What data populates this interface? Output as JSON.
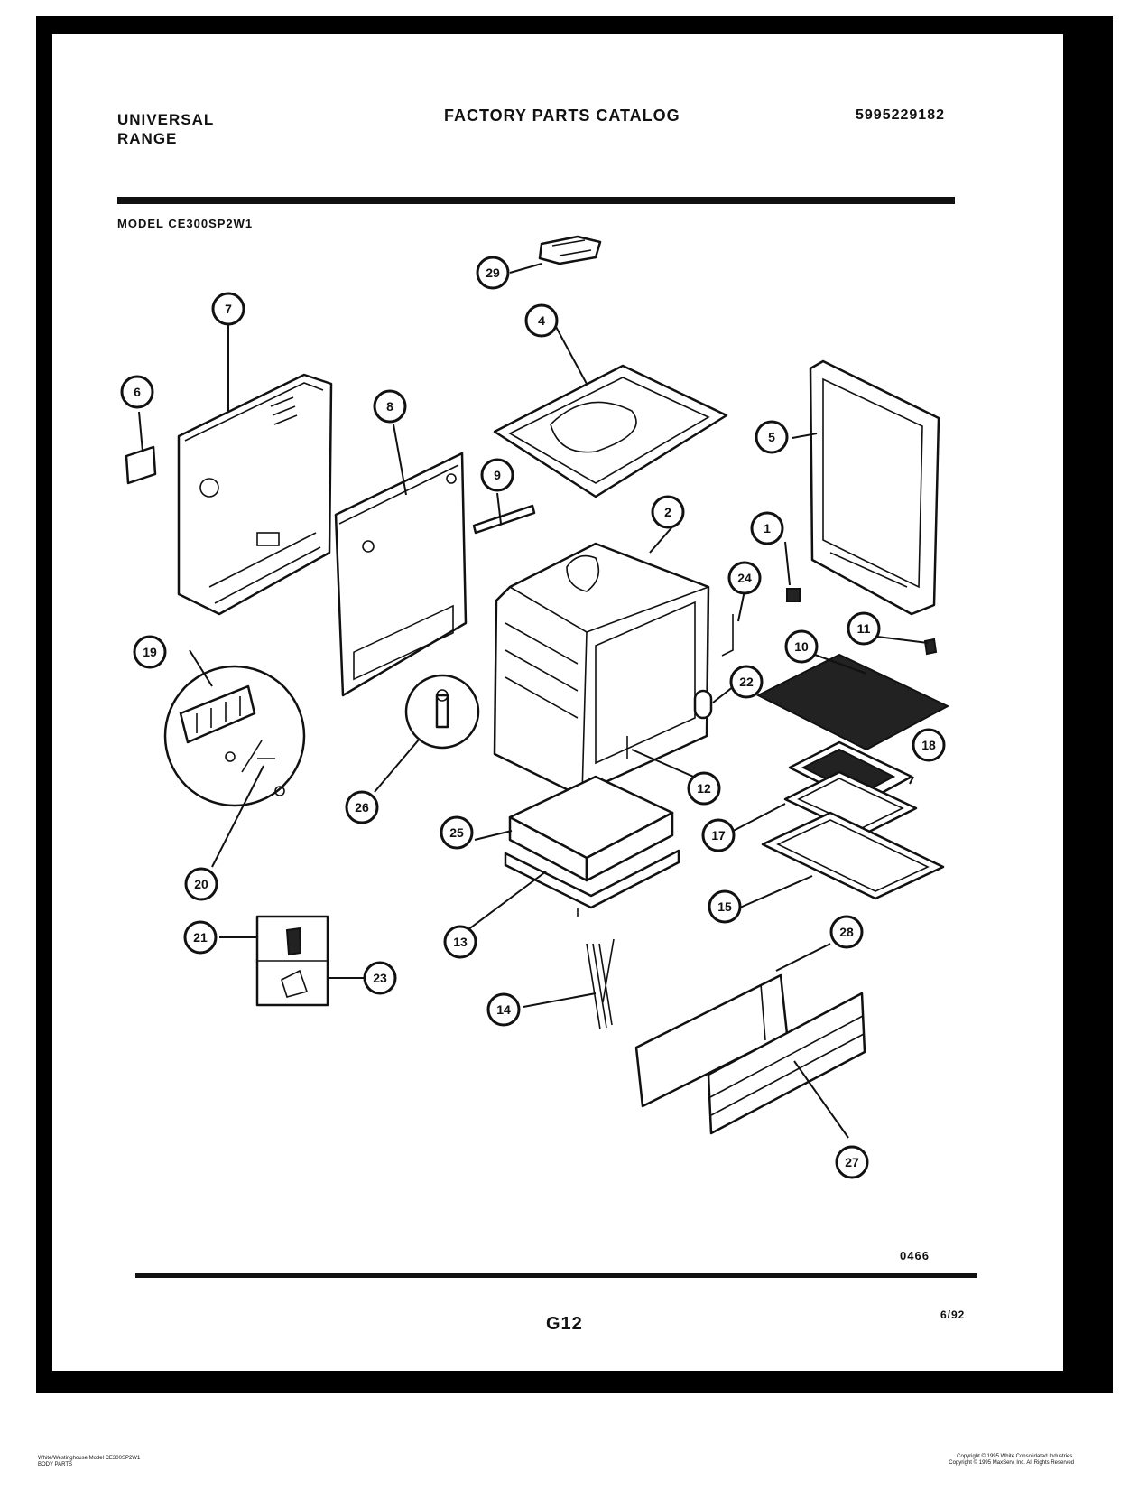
{
  "header": {
    "brand_line1": "UNIVERSAL",
    "brand_line2": "RANGE",
    "title": "FACTORY PARTS CATALOG",
    "catalog_number": "5995229182",
    "model": "MODEL CE300SP2W1"
  },
  "callouts": [
    "1",
    "2",
    "4",
    "5",
    "6",
    "7",
    "8",
    "9",
    "10",
    "11",
    "12",
    "13",
    "14",
    "15",
    "17",
    "18",
    "19",
    "20",
    "21",
    "22",
    "23",
    "24",
    "25",
    "26",
    "27",
    "28",
    "29"
  ],
  "footer": {
    "code": "0466",
    "page": "G12",
    "date": "6/92",
    "left_line1": "White/Westinghouse Model CE300SP2W1",
    "left_line2": "BODY PARTS",
    "right_line1": "Copyright © 1995 White Consolidated Industries.",
    "right_line2": "Copyright © 1995 MaxServ, Inc.  All Rights Reserved"
  }
}
